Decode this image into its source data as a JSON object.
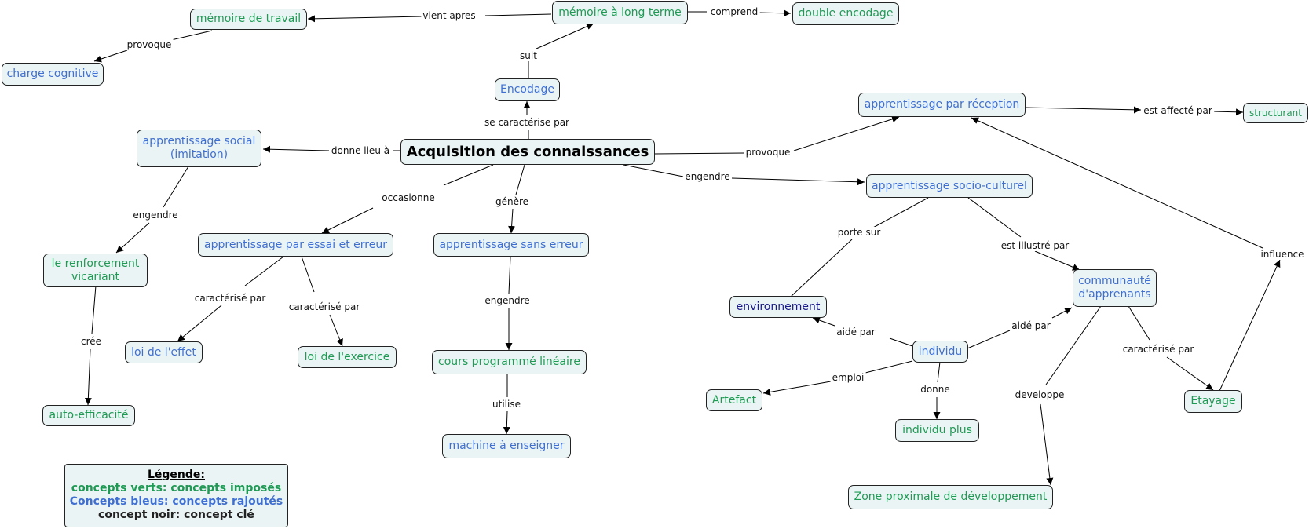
{
  "colors": {
    "green": "#1f9a55",
    "blue": "#3f6fd1",
    "navy": "#1a1a8c",
    "key": "#000000",
    "node_bg": "#eaf4f4"
  },
  "nodes": {
    "acquisition": "Acquisition des connaissances",
    "memoire_travail": "mémoire de travail",
    "memoire_long_terme": "mémoire à long terme",
    "double_encodage": "double encodage",
    "charge_cognitive": "charge cognitive",
    "encodage": "Encodage",
    "apprentissage_reception": "apprentissage par réception",
    "structurant": "structurant",
    "apprentissage_social": "apprentissage social (imitation)",
    "apprentissage_socio_culturel": "apprentissage socio-culturel",
    "renforcement_vicariant": "le renforcement vicariant",
    "essai_erreur": "apprentissage par essai et erreur",
    "sans_erreur": "apprentissage sans erreur",
    "environnement": "environnement",
    "communaute": "communauté d'apprenants",
    "loi_effet": "loi de l'effet",
    "loi_exercice": "loi de l'exercice",
    "cours_programme": "cours programmé linéaire",
    "individu": "individu",
    "artefact": "Artefact",
    "etayage": "Etayage",
    "auto_efficacite": "auto-efficacité",
    "individu_plus": "individu plus",
    "machine": "machine à enseigner",
    "zone_proximale": "Zone proximale de développement"
  },
  "links": {
    "vient_apres": "vient apres",
    "comprend": "comprend",
    "provoque_1": "provoque",
    "suit": "suit",
    "se_caracterise_par": "se caractérise par",
    "est_affecte_par": "est affecté par",
    "donne_lieu_a": "donne lieu à",
    "provoque_2": "provoque",
    "engendre_1": "engendre",
    "occasionne": "occasionne",
    "genere": "génère",
    "engendre_2": "engendre",
    "porte_sur": "porte sur",
    "est_illustre_par": "est illustré par",
    "influence": "influence",
    "caracterise_par_1": "caractérisé par",
    "caracterise_par_2": "caractérisé par",
    "engendre_3": "engendre",
    "cree": "crée",
    "aide_par_1": "aidé par",
    "aide_par_2": "aidé par",
    "caracterise_par_3": "caractérisé par",
    "emploi": "emploi",
    "developpe": "developpe",
    "donne": "donne",
    "utilise": "utilise"
  },
  "legend": {
    "title": "Légende:",
    "line1": "concepts verts: concepts imposés",
    "line2": "Concepts bleus: concepts rajoutés",
    "line3": "concept noir: concept clé"
  }
}
